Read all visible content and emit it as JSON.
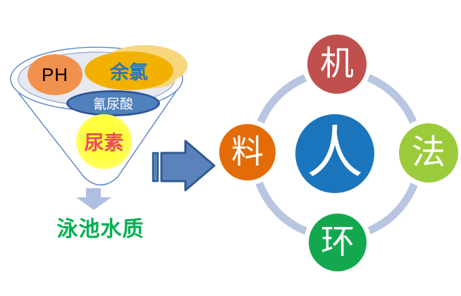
{
  "background": "#FFFFFF",
  "funnel": {
    "outline_color": "#6A8FC8",
    "tray_fill": "#E7E9F1",
    "bubbles": [
      {
        "id": "ph",
        "label": "PH",
        "fill": "#F0914E",
        "text_color": "#000000"
      },
      {
        "id": "residual-chlorine",
        "label": "余氯",
        "fill": "#F2B100",
        "glow_fill": "#F6D77D",
        "text_color": "#2E75B6"
      },
      {
        "id": "cyanuric-acid",
        "label": "氰尿酸",
        "fill": "#4F81BD",
        "border_color": "#2F5597",
        "text_color": "#FFFFFF"
      },
      {
        "id": "urea",
        "label": "尿素",
        "fill": "#FFFF4D",
        "text_color": "#EE4D5F"
      }
    ],
    "drop_arrow_color": "#AEBFE2",
    "caption": {
      "label": "泳池水质",
      "color": "#00B050"
    }
  },
  "transform_arrow": {
    "direction": "right",
    "fill": "#5B82BD",
    "stroke": "#2F5A8C"
  },
  "factor_diagram": {
    "ring_color": "#B9C6E1",
    "center": {
      "id": "person",
      "label": "人",
      "fill": "#1B75BC",
      "text_color": "#FFFFFF"
    },
    "nodes": [
      {
        "id": "machine",
        "label": "机",
        "fill": "#C0504D",
        "position": "top",
        "text_color": "#FFFFFF"
      },
      {
        "id": "material",
        "label": "料",
        "fill": "#E36C09",
        "position": "left",
        "text_color": "#FFFFFF"
      },
      {
        "id": "method",
        "label": "法",
        "fill": "#9BCB3A",
        "position": "right",
        "text_color": "#FFFFFF"
      },
      {
        "id": "environment",
        "label": "环",
        "fill": "#13A84E",
        "position": "bottom",
        "text_color": "#FFFFFF"
      }
    ]
  }
}
